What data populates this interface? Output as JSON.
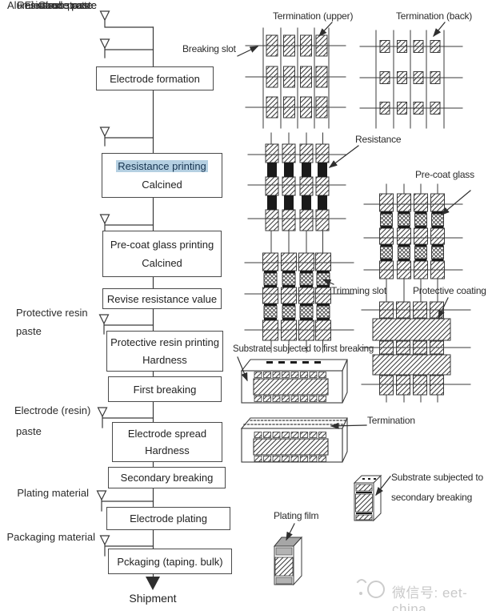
{
  "flowchart": {
    "inputs": [
      {
        "label": "Alumina substrate"
      },
      {
        "label": "Electrode paste"
      },
      {
        "label": "Resistance paste"
      },
      {
        "label": "Glass paste"
      },
      {
        "label": "Protective resin",
        "label2": "paste"
      },
      {
        "label": "Electrode (resin)",
        "label2": "paste"
      },
      {
        "label": "Plating material"
      },
      {
        "label": "Packaging material"
      }
    ],
    "steps": [
      {
        "line1": "Electrode formation"
      },
      {
        "line1": "Resistance printing",
        "line2": "Calcined",
        "highlighted": true
      },
      {
        "line1": "Pre-coat glass printing",
        "line2": "Calcined"
      },
      {
        "line1": "Revise resistance value"
      },
      {
        "line1": "Protective resin printing",
        "line2": "Hardness"
      },
      {
        "line1": "First breaking"
      },
      {
        "line1": "Electrode spread",
        "line2": "Hardness"
      },
      {
        "line1": "Secondary breaking"
      },
      {
        "line1": "Electrode plating"
      },
      {
        "line1": "Pckaging (taping. bulk)"
      }
    ],
    "terminal": "Shipment"
  },
  "diagram_labels": {
    "termination_upper": "Termination (upper)",
    "termination_back": "Termination (back)",
    "breaking_slot": "Breaking slot",
    "resistance": "Resistance",
    "precoat_glass": "Pre-coat glass",
    "trimming_slot": "Trimming slot",
    "protective_coating": "Protective coating",
    "substrate_first_breaking": "Substrate subjected to first breaking",
    "termination": "Termination",
    "substrate_secondary_line1": "Substrate subjected to",
    "substrate_secondary_line2": "secondary breaking",
    "plating_film": "Plating film"
  },
  "watermark": {
    "text": "微信号: eet-china"
  },
  "colors": {
    "line": "#3a3a3a",
    "highlight": "#b5d0e2",
    "watermark": "#c9c9c9"
  }
}
